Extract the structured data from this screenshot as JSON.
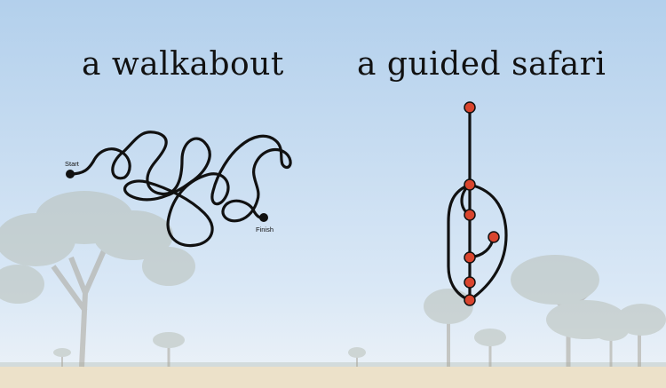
{
  "walkabout": {
    "title": "a walkabout",
    "start_label": "Start",
    "finish_label": "Finish"
  },
  "safari": {
    "title": "a guided safari",
    "node_color": "#d9452e"
  },
  "colors": {
    "sky_top": "#b7d3ec",
    "sky_bottom": "#e3eef8",
    "ground": "#ece0c8",
    "ink": "#111111"
  }
}
